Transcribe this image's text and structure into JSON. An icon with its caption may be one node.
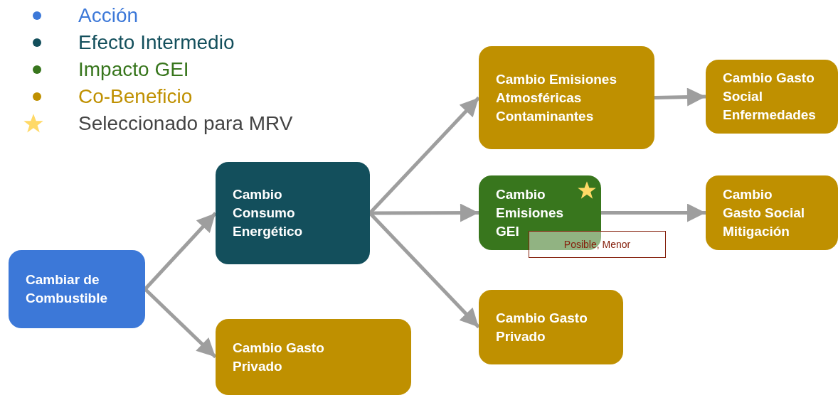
{
  "diagram": {
    "nodes": [
      {
        "text": [
          "Cambiar de Combustible"
        ]
      },
      {
        "text": [
          "Cambio Consumo Energético"
        ]
      },
      {
        "text": [
          "Cambio Gasto Privado"
        ]
      },
      {
        "text": [
          "Cambio Emisiones Atmosféricas Contaminantes"
        ]
      },
      {
        "text": [
          "Cambio Emisiones GEI"
        ]
      },
      {
        "text": [
          "Cambio Gasto Privado"
        ]
      },
      {
        "text": [
          "Cambio Gasto Social Enfermedades"
        ]
      },
      {
        "text": [
          "Cambio Gasto Social Mitigación"
        ]
      },
      {
        "text": [
          "Posible, Menor"
        ]
      }
    ],
    "edges": [
      {
        "from": 0,
        "to": 1,
        "arrow": "to"
      },
      {
        "from": 0,
        "to": 2,
        "arrow": "to"
      },
      {
        "from": 1,
        "to": 3,
        "arrow": "to"
      },
      {
        "from": 1,
        "to": 4,
        "arrow": "to"
      },
      {
        "from": 1,
        "to": 5,
        "arrow": "to"
      },
      {
        "from": 3,
        "to": 6,
        "arrow": "to"
      },
      {
        "from": 4,
        "to": 7,
        "arrow": "to"
      }
    ],
    "legend": [
      {
        "text": "Acción",
        "color": "#3c78d8"
      },
      {
        "text": "Efecto Intermedio",
        "color": "#134f5c"
      },
      {
        "text": "Impacto GEI",
        "color": "#38761d"
      },
      {
        "text": "Co-Beneficio",
        "color": "#bf9000"
      },
      {
        "text": "Seleccionado para MRV"
      }
    ]
  }
}
